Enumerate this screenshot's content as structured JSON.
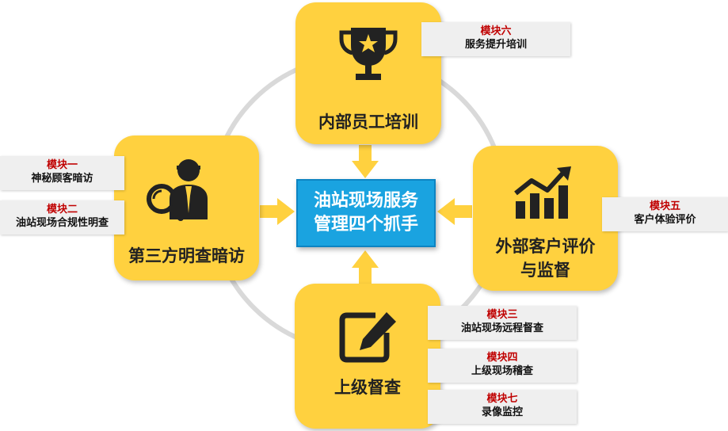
{
  "center": {
    "text": "油站现场服务\n管理四个抓手"
  },
  "cards": {
    "top": {
      "title": "内部员工培训",
      "icon": "trophy-icon"
    },
    "left": {
      "title": "第三方明查暗访",
      "icon": "inspector-icon"
    },
    "right": {
      "title": "外部客户评价\n与监督",
      "icon": "growth-chart-icon"
    },
    "bottom": {
      "title": "上级督查",
      "icon": "edit-icon"
    }
  },
  "modules": {
    "m1": {
      "num": "模块一",
      "name": "神秘顾客暗访"
    },
    "m2": {
      "num": "模块二",
      "name": "油站现场合规性明查"
    },
    "m3": {
      "num": "模块三",
      "name": "油站现场远程督查"
    },
    "m4": {
      "num": "模块四",
      "name": "上级现场稽查"
    },
    "m5": {
      "num": "模块五",
      "name": "客户体验评价"
    },
    "m6": {
      "num": "模块六",
      "name": "服务提升培训"
    },
    "m7": {
      "num": "模块七",
      "name": "录像监控"
    }
  },
  "colors": {
    "card": "#ffd13f",
    "center": "#1aa3e0",
    "module_number": "#c00000",
    "ring": "#d9d9d9",
    "icon": "#222222"
  }
}
